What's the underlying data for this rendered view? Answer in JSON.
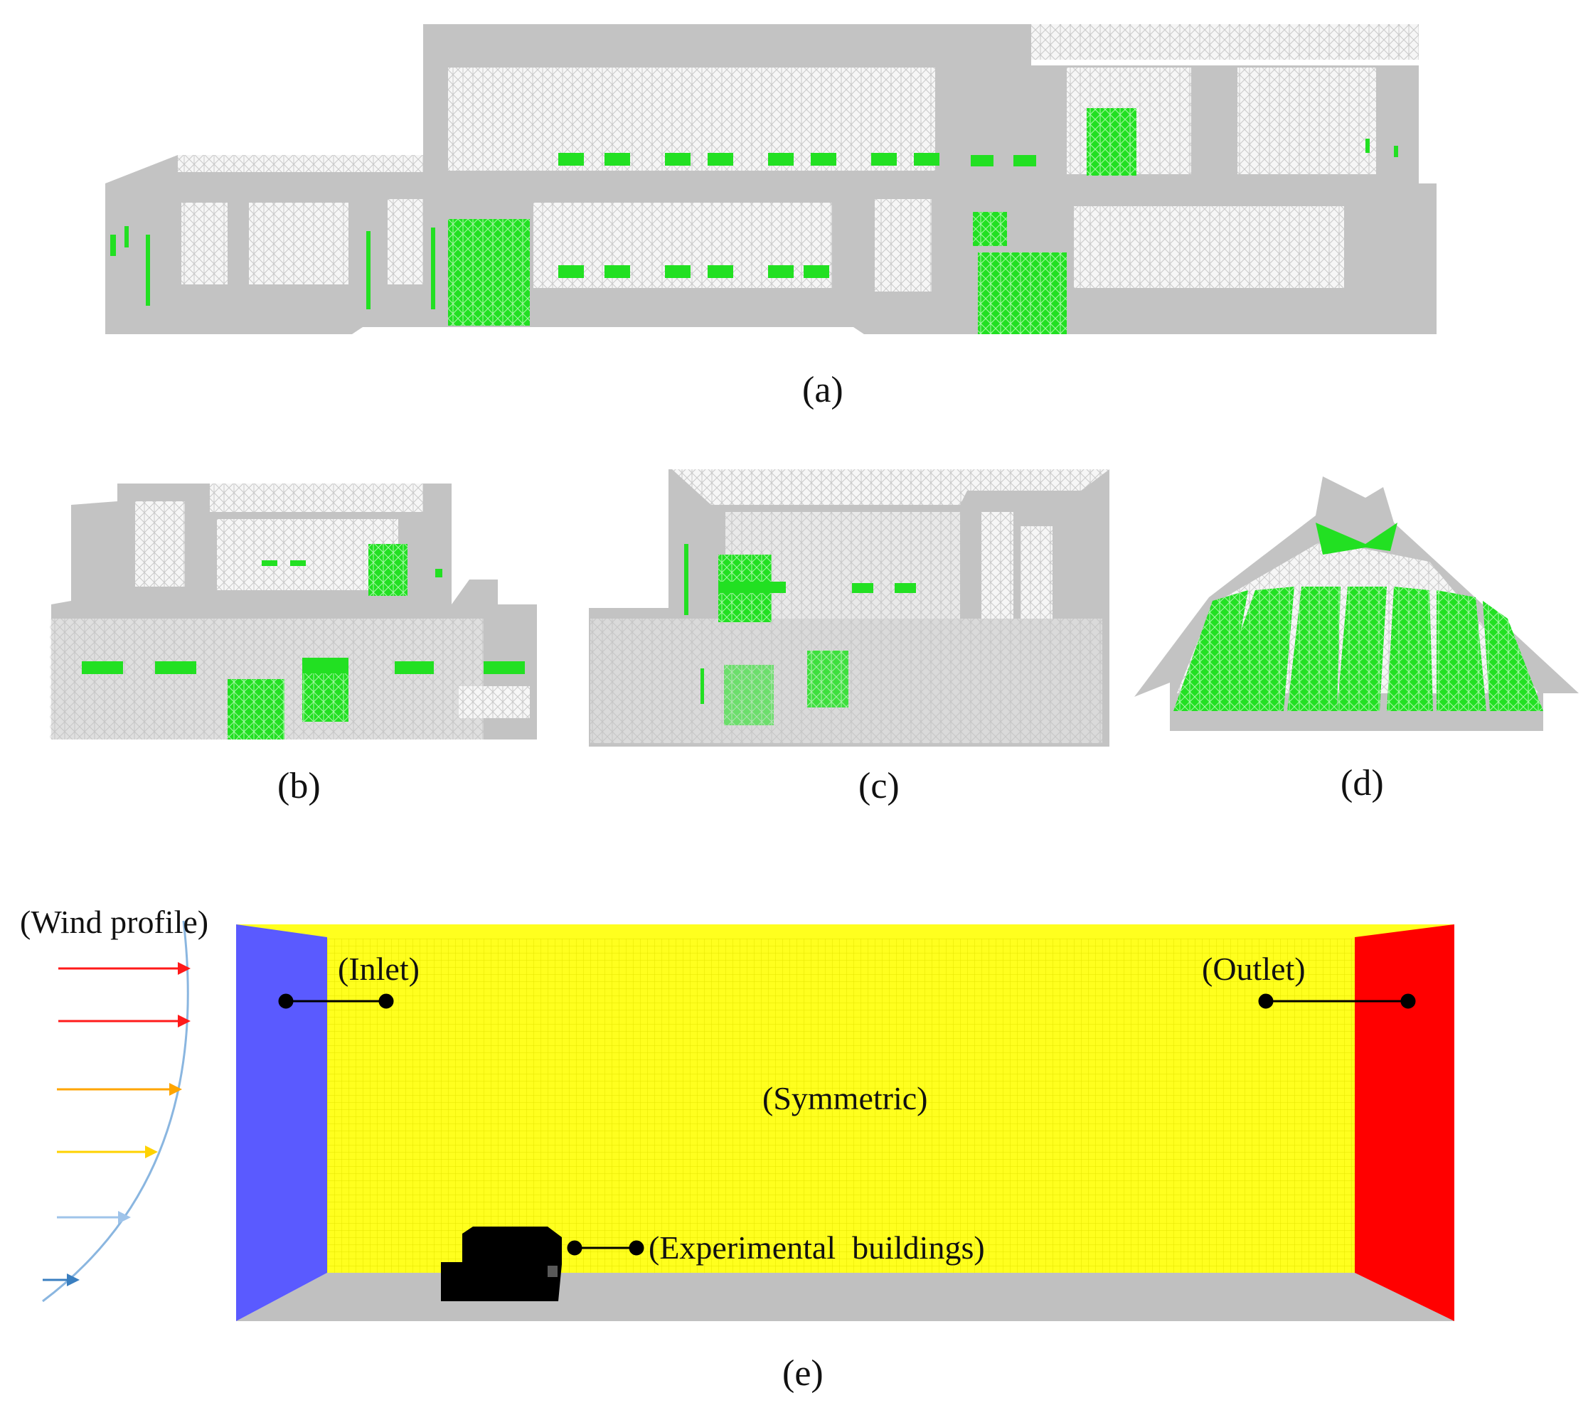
{
  "captions": {
    "a": "(a)",
    "b": "(b)",
    "c": "(c)",
    "d": "(d)",
    "e": "(e)"
  },
  "domain_labels": {
    "wind_profile": "(Wind profile)",
    "inlet": "(Inlet)",
    "outlet": "(Outlet)",
    "symmetric": "(Symmetric)",
    "buildings": "(Experimental  buildings)"
  },
  "colors": {
    "mesh_gray": "#c3c3c3",
    "mesh_white": "#f4f4f4",
    "opening_green": "#22e022",
    "symmetric_yellow": "#ffff1e",
    "inlet_blue": "#5a5aff",
    "outlet_red": "#ff0000",
    "ground_gray": "#c0c0c0",
    "building_black": "#000000",
    "wind_arrows": [
      "#ff1a1a",
      "#ff1a1a",
      "#ffa500",
      "#ffd200",
      "#9fc4ea",
      "#3a7fc0"
    ],
    "profile_curve": "#8ab6e0"
  },
  "icons": {
    "pointer": "dot-line-pointer-icon",
    "wind_arrow": "arrow-right-icon"
  }
}
